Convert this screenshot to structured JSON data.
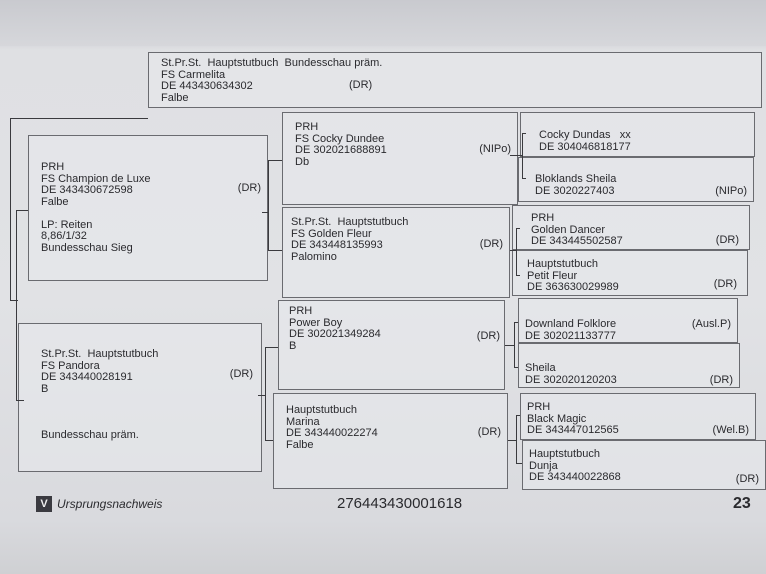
{
  "horse": {
    "lines": [
      "St.Pr.St.  Hauptstutbuch  Bundesschau präm.",
      "FS Carmelita",
      "DE 443430634302",
      "Falbe"
    ],
    "registry": "(DR)"
  },
  "parents": [
    {
      "lines": [
        "PRH",
        "FS Champion de Luxe",
        "DE 343430672598",
        "Falbe",
        "",
        "LP: Reiten",
        "8,86/1/32",
        "Bundesschau Sieg"
      ],
      "registry": "(DR)"
    },
    {
      "lines": [
        "St.Pr.St.  Hauptstutbuch",
        "FS Pandora",
        "DE 343440028191",
        "B",
        "",
        "",
        "",
        "Bundesschau präm."
      ],
      "registry": "(DR)"
    }
  ],
  "grandparents": [
    {
      "lines": [
        "PRH",
        "FS Cocky Dundee",
        "DE 302021688891",
        "Db"
      ],
      "registry": "(NIPo)"
    },
    {
      "lines": [
        "St.Pr.St.  Hauptstutbuch",
        "FS Golden Fleur",
        "DE 343448135993",
        "Palomino"
      ],
      "registry": "(DR)"
    },
    {
      "lines": [
        "PRH",
        "Power Boy",
        "DE 302021349284",
        "B"
      ],
      "registry": "(DR)"
    },
    {
      "lines": [
        "Hauptstutbuch",
        "Marina",
        "DE 343440022274",
        "Falbe"
      ],
      "registry": "(DR)"
    }
  ],
  "great_grandparents": [
    {
      "lines": [
        "Cocky Dundas   xx",
        "DE 304046818177"
      ],
      "registry": ""
    },
    {
      "lines": [
        "Bloklands Sheila",
        "DE 3020227403"
      ],
      "registry": "(NIPo)"
    },
    {
      "lines": [
        "PRH",
        "Golden Dancer",
        "DE 343445502587"
      ],
      "registry": "(DR)"
    },
    {
      "lines": [
        "Hauptstutbuch",
        "Petit Fleur",
        "DE 363630029989"
      ],
      "registry": "(DR)"
    },
    {
      "lines": [
        "Downland Folklore",
        "DE 302021133777"
      ],
      "registry": "(Ausl.P)"
    },
    {
      "lines": [
        "Sheila",
        "DE 302020120203"
      ],
      "registry": "(DR)"
    },
    {
      "lines": [
        "PRH",
        "Black Magic",
        "DE 343447012565"
      ],
      "registry": "(Wel.B)"
    },
    {
      "lines": [
        "Hauptstutbuch",
        "Dunja",
        "DE 343440022868"
      ],
      "registry": "(DR)"
    }
  ],
  "footer": {
    "badge": "V",
    "label": "Ursprungsnachweis",
    "number": "276443430001618",
    "page": "23"
  }
}
